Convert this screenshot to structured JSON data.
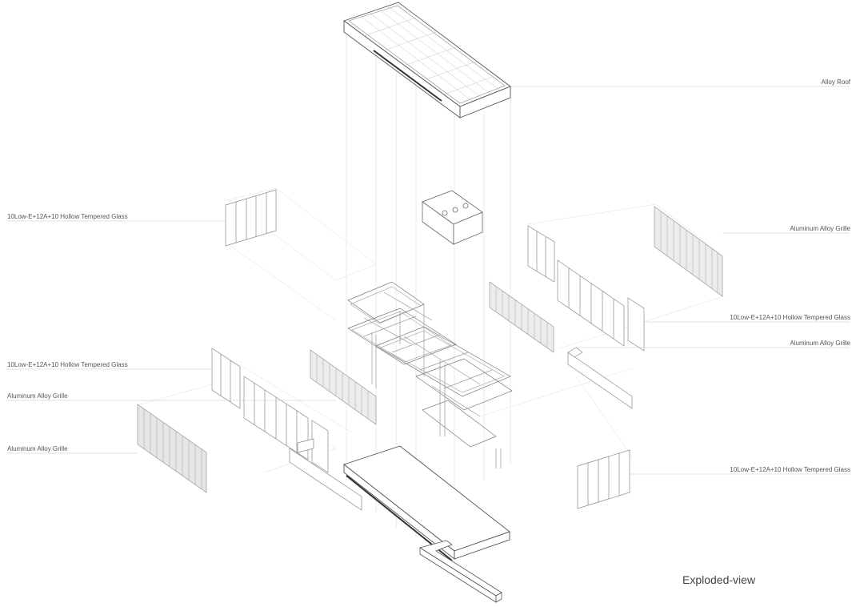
{
  "labels": {
    "alloy_roof": "Alloy Roof",
    "glass_upper_left": "10Low-E+12A+10 Hollow Tempered Glass",
    "grille_upper_right": "Aluminum Alloy Grille",
    "glass_mid_right": "10Low-E+12A+10 Hollow Tempered Glass",
    "grille_mid_right": "Aluminum Alloy Grille",
    "glass_lower_left": "10Low-E+12A+10 Hollow Tempered Glass",
    "grille_lower_left_1": "Aluminum Alloy Grille",
    "grille_lower_left_2": "Aluminum Alloy Grille",
    "glass_lower_right": "10Low-E+12A+10 Hollow Tempered Glass"
  },
  "caption": "Exploded-view",
  "colors": {
    "line": "#9a9a9a",
    "line_dark": "#555555",
    "leader": "#c4c4c4",
    "grille": "#bdbdbd",
    "text": "#555555"
  }
}
